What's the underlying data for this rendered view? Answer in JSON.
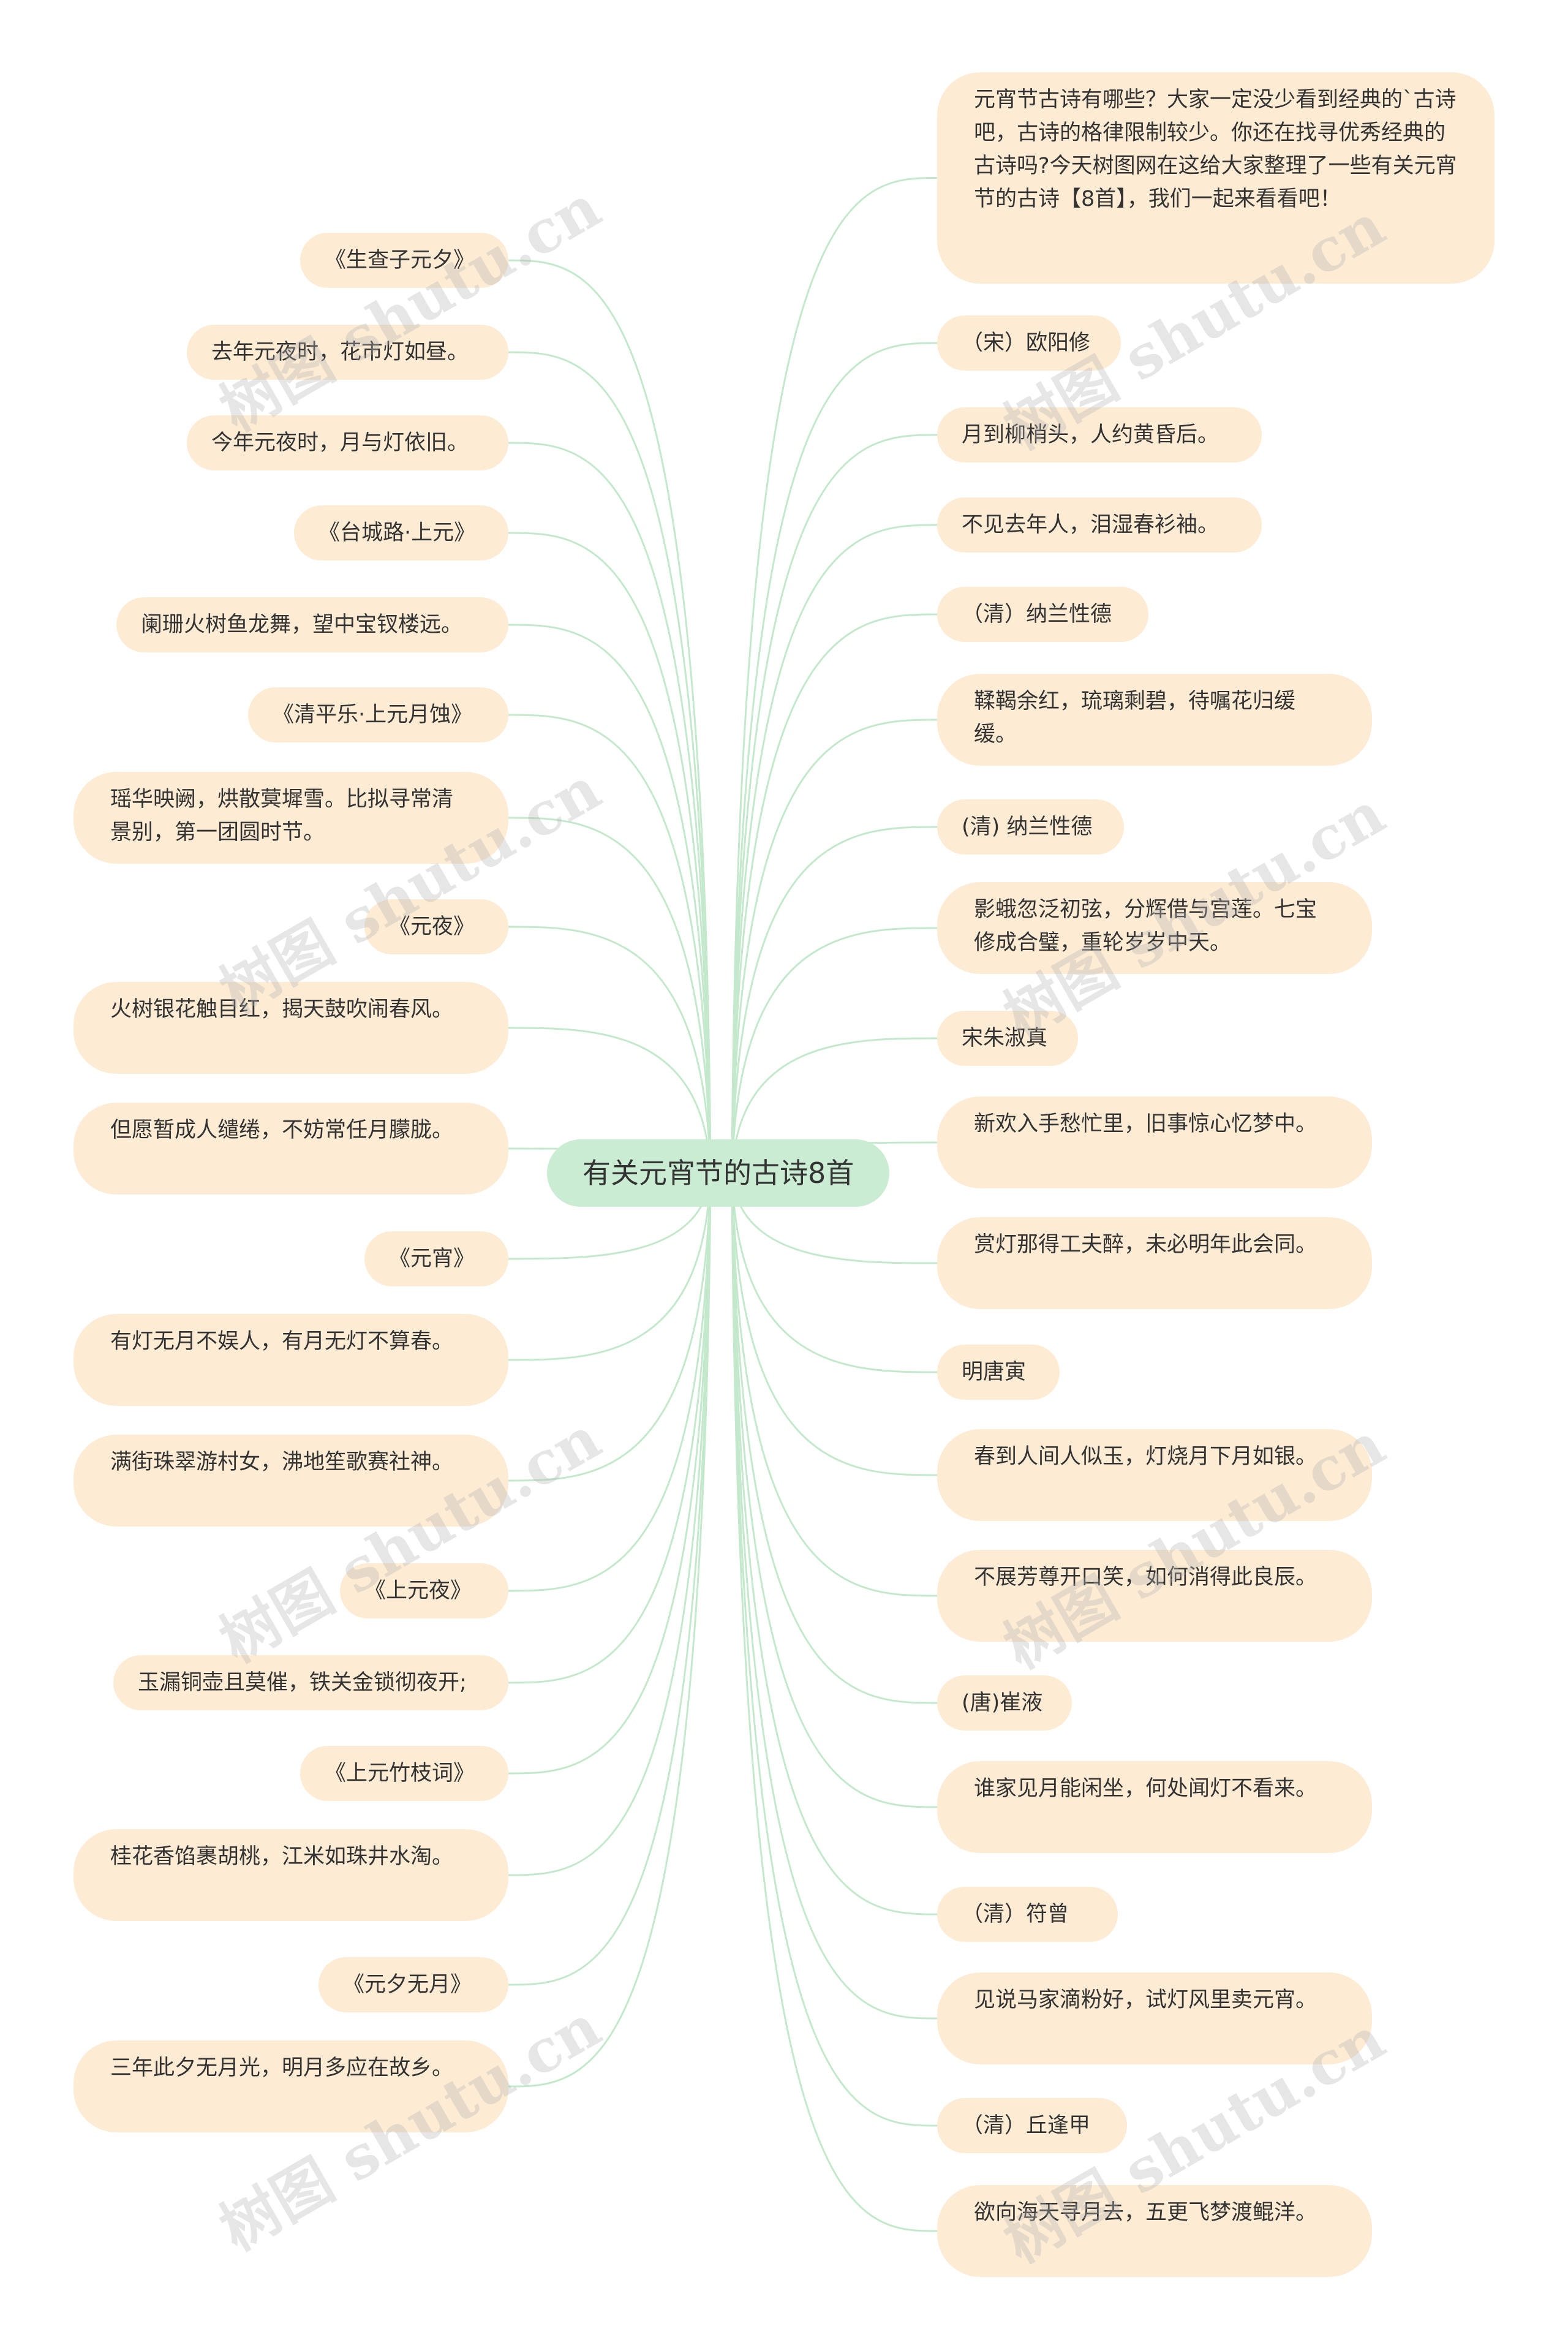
{
  "root": {
    "label": "有关元宵节的古诗8首"
  },
  "colors": {
    "link": "#c4e8cc",
    "node_bg": "#fdebd3",
    "root_bg": "#c9ecd2",
    "text": "#333333"
  },
  "left_nodes": [
    "《生查子元夕》",
    "去年元夜时，花市灯如昼。",
    "今年元夜时，月与灯依旧。",
    "《台城路·上元》",
    "阑珊火树鱼龙舞，望中宝钗楼远。",
    "《清平乐·上元月蚀》",
    "瑶华映阙，烘散蓂墀雪。比拟寻常清景别，第一团圆时节。",
    "《元夜》",
    "火树银花触目红，揭天鼓吹闹春风。",
    "但愿暂成人缱绻，不妨常任月朦胧。",
    "《元宵》",
    "有灯无月不娱人，有月无灯不算春。",
    "满街珠翠游村女，沸地笙歌赛社神。",
    "《上元夜》",
    "玉漏铜壶且莫催，铁关金锁彻夜开;",
    "《上元竹枝词》",
    "桂花香馅裹胡桃，江米如珠井水淘。",
    "《元夕无月》",
    "三年此夕无月光，明月多应在故乡。"
  ],
  "right_nodes": [
    "元宵节古诗有哪些？大家一定没少看到经典的`古诗吧，古诗的格律限制较少。你还在找寻优秀经典的古诗吗?今天树图网在这给大家整理了一些有关元宵节的古诗【8首】，我们一起来看看吧！",
    "（宋）欧阳修",
    "月到柳梢头，人约黄昏后。",
    "不见去年人，泪湿春衫袖。",
    "（清）纳兰性德",
    "鞣鞨余红，琉璃剩碧，待嘱花归缓缓。",
    "(清) 纳兰性德",
    "影蛾忽泛初弦，分辉借与宫莲。七宝修成合璧，重轮岁岁中天。",
    "宋朱淑真",
    "新欢入手愁忙里，旧事惊心忆梦中。",
    "赏灯那得工夫醉，未必明年此会同。",
    "明唐寅",
    "春到人间人似玉，灯烧月下月如银。",
    "不展芳尊开口笑，如何消得此良辰。",
    "(唐)崔液",
    "谁家见月能闲坐，何处闻灯不看来。",
    "（清）符曾",
    "见说马家滴粉好，试灯风里卖元宵。",
    "（清）丘逢甲",
    "欲向海天寻月去，五更飞梦渡鲲洋。"
  ],
  "watermark": "树图 shutu.cn"
}
